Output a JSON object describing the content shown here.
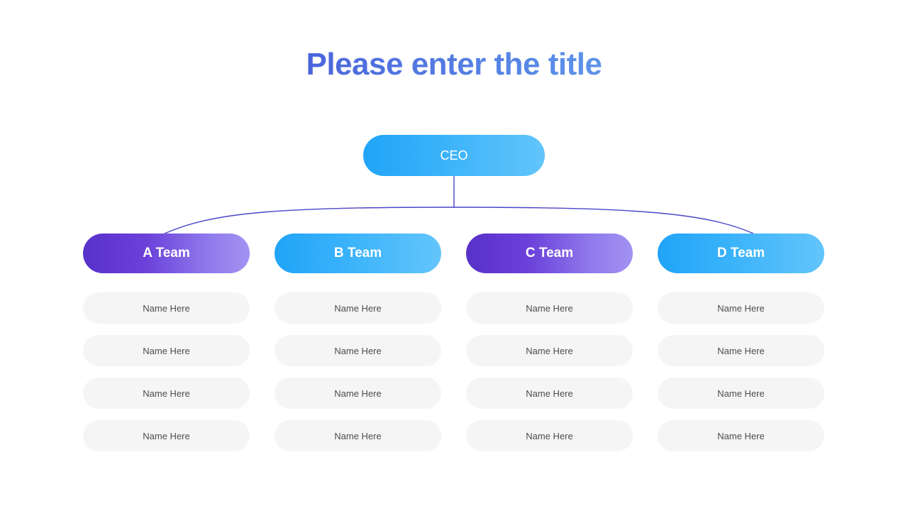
{
  "slide": {
    "title": "Please enter the title",
    "background_color": "#ffffff"
  },
  "colors": {
    "title_gradient_start": "#3b40c8",
    "title_gradient_end": "#7ec0f3",
    "blue_gradient_start": "#21a4f8",
    "blue_gradient_end": "#63c5fb",
    "purple_gradient_start": "#5831c9",
    "purple_gradient_end": "#a392f3",
    "connector_line": "#4a45c8",
    "pill_background": "#f5f5f6",
    "pill_text": "#4d4d4d"
  },
  "org_chart": {
    "root": {
      "label": "CEO",
      "style": "blue"
    },
    "teams": [
      {
        "label": "A Team",
        "style": "purple",
        "members": [
          "Name Here",
          "Name Here",
          "Name Here",
          "Name Here"
        ]
      },
      {
        "label": "B Team",
        "style": "blue",
        "members": [
          "Name Here",
          "Name Here",
          "Name Here",
          "Name Here"
        ]
      },
      {
        "label": "C Team",
        "style": "purple",
        "members": [
          "Name Here",
          "Name Here",
          "Name Here",
          "Name Here"
        ]
      },
      {
        "label": "D Team",
        "style": "blue",
        "members": [
          "Name Here",
          "Name Here",
          "Name Here",
          "Name Here"
        ]
      }
    ]
  }
}
